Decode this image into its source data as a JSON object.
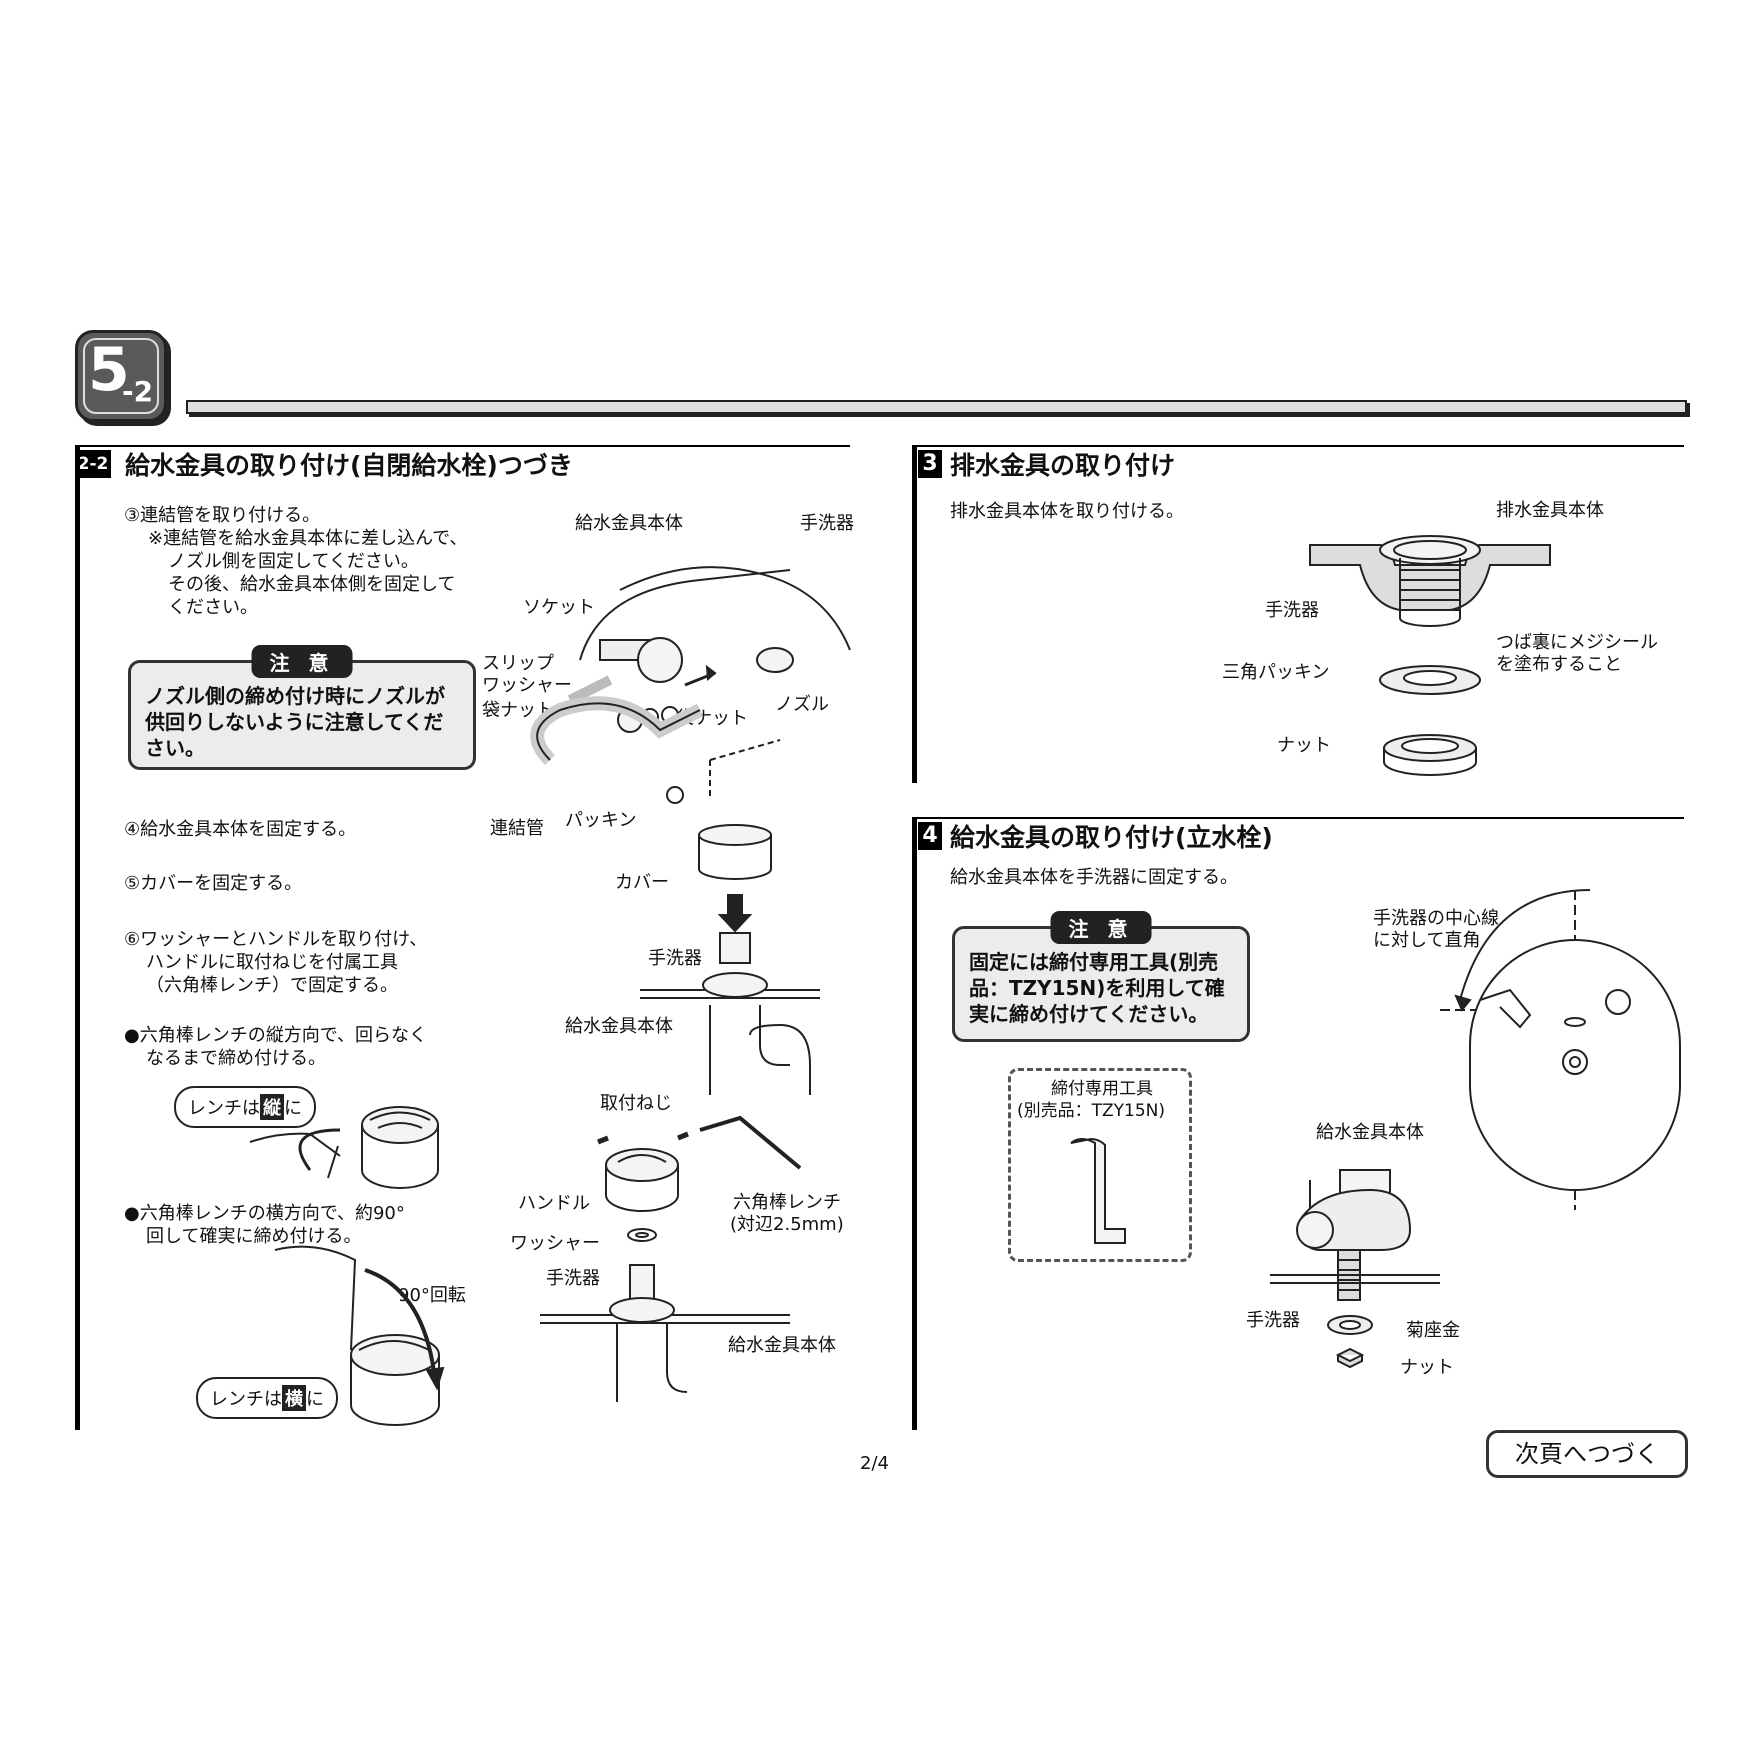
{
  "section": {
    "num": "5",
    "sub": "-2"
  },
  "left": {
    "badge": "2-2",
    "heading": "給水金具の取り付け(自閉給水栓)つづき",
    "step3": "③連結管を取り付ける。",
    "step3_note1": "※連結管を給水金具本体に差し込んで、",
    "step3_note2": "ノズル側を固定してください。",
    "step3_note3": "その後、給水金具本体側を固定して",
    "step3_note4": "ください。",
    "caution_title": "注 意",
    "caution_body": "ノズル側の締め付け時にノズルが供回りしないように注意してください。",
    "step4": "④給水金具本体を固定する。",
    "step5": "⑤カバーを固定する。",
    "step6_1": "⑥ワッシャーとハンドルを取り付け、",
    "step6_2": "ハンドルに取付ねじを付属工具",
    "step6_3": "（六角棒レンチ）で固定する。",
    "bullet1_1": "●六角棒レンチの縦方向で、回らなく",
    "bullet1_2": "なるまで締め付ける。",
    "bubble1_pre": "レンチは",
    "bubble1_box": "縦",
    "bubble1_post": "に",
    "bullet2_1": "●六角棒レンチの横方向で、約90°",
    "bullet2_2": "回して確実に締め付ける。",
    "rotate_label": "90°回転",
    "bubble2_pre": "レンチは",
    "bubble2_box": "横",
    "bubble2_post": "に",
    "labels": {
      "fitting_body": "給水金具本体",
      "basin": "手洗器",
      "socket": "ソケット",
      "slip_washer_1": "スリップ",
      "slip_washer_2": "ワッシャー",
      "bag_nut_left": "袋ナット",
      "bag_nut_right": "袋ナット",
      "nozzle": "ノズル",
      "connect_pipe": "連結管",
      "packing": "パッキン",
      "cover": "カバー",
      "basin_2": "手洗器",
      "fitting_body_2": "給水金具本体",
      "mount_screw": "取付ねじ",
      "handle": "ハンドル",
      "hex_wrench_1": "六角棒レンチ",
      "hex_wrench_2": "(対辺2.5mm)",
      "washer": "ワッシャー",
      "basin_3": "手洗器",
      "fitting_body_3": "給水金具本体"
    }
  },
  "right_top": {
    "badge": "3",
    "heading": "排水金具の取り付け",
    "desc": "排水金具本体を取り付ける。",
    "labels": {
      "drain_body": "排水金具本体",
      "basin": "手洗器",
      "note_1": "つば裏にメジシール",
      "note_2": "を塗布すること",
      "triangle_packing": "三角パッキン",
      "nut": "ナット"
    }
  },
  "right_bottom": {
    "badge": "4",
    "heading": "給水金具の取り付け(立水栓)",
    "desc": "給水金具本体を手洗器に固定する。",
    "caution_title": "注 意",
    "caution_body": "固定には締付専用工具(別売品：TZY15N)を利用して確実に締め付けてください。",
    "tool_1": "締付専用工具",
    "tool_2": "(別売品：TZY15N)",
    "labels": {
      "center_line_1": "手洗器の中心線",
      "center_line_2": "に対して直角",
      "fitting_body": "給水金具本体",
      "basin": "手洗器",
      "kiku_washer": "菊座金",
      "nut": "ナット"
    }
  },
  "page_number": "2/4",
  "continue_label": "次頁へつづく"
}
